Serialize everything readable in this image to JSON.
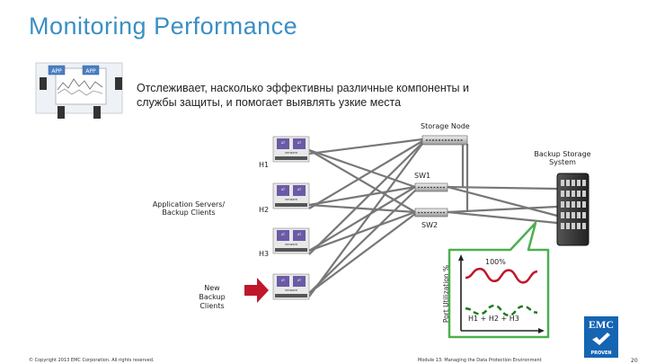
{
  "slide": {
    "title": "Monitoring Performance",
    "description_line1": "Отслеживает, насколько эффективны различные компоненты и",
    "description_line2": "службы защиты, и помогает выявлять узкие места"
  },
  "thumbnail": {
    "app_label_1": "APP",
    "app_label_2": "APP"
  },
  "diagram": {
    "storage_node_label": "Storage Node",
    "backup_storage_line1": "Backup Storage",
    "backup_storage_line2": "System",
    "app_servers_line1": "Application Servers/",
    "app_servers_line2": "Backup Clients",
    "new_clients_line1": "New",
    "new_clients_line2": "Backup",
    "new_clients_line3": "Clients",
    "host_labels": [
      "H1",
      "H2",
      "H3"
    ],
    "switch_labels": [
      "SW1",
      "SW2"
    ],
    "server_chip_label": "AT",
    "server_brand": "vmware"
  },
  "chart_data": {
    "type": "line",
    "ylabel": "Port Utilization %",
    "annotations": [
      "100%",
      "H1 + H2 + H3"
    ],
    "series": [
      {
        "color": "#c0172b",
        "values": [
          75,
          88,
          70,
          86,
          68,
          84
        ]
      },
      {
        "color": "#1f7a1f",
        "values": [
          30,
          22,
          34,
          20,
          33,
          24
        ]
      }
    ]
  },
  "footer": {
    "copyright": "© Copyright 2013 EMC Corporation. All rights reserved.",
    "module": "Module 13: Managing the Data Protection Environment",
    "page_number": "20",
    "logo_text": "EMC",
    "logo_sub": "PROVEN"
  },
  "colors": {
    "title": "#3a8fc4",
    "arrow": "#c0172b",
    "callout_fill": "#ffffff",
    "callout_stroke": "#4caf50"
  }
}
